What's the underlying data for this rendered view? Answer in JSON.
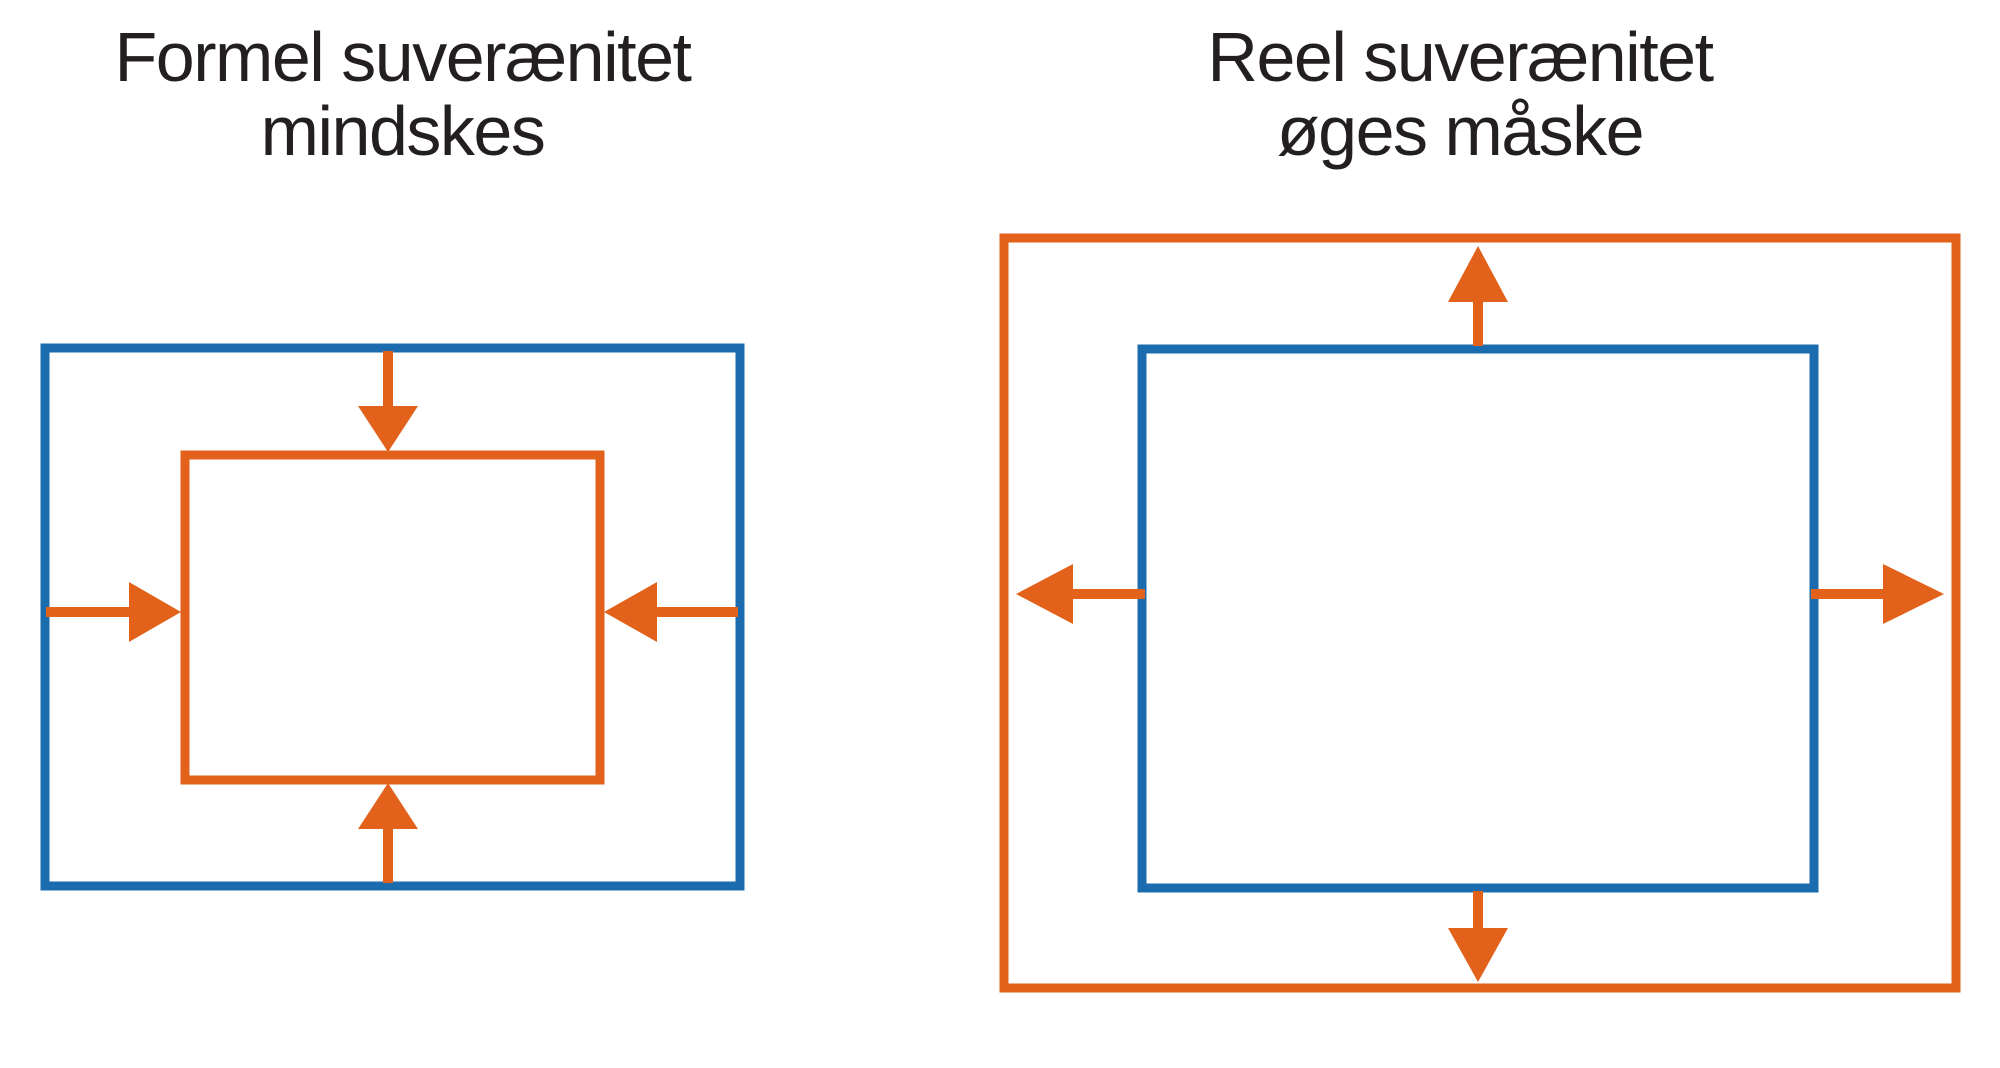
{
  "colors": {
    "background": "#ffffff",
    "blue_box": "#1b6cae",
    "orange_box": "#e2621c",
    "arrow": "#e2621c",
    "title_text": "#231f20"
  },
  "left_panel": {
    "title_line1": "Formel suverænitet",
    "title_line2": "mindskes",
    "outer_box_color": "blue",
    "inner_box_color": "orange",
    "arrow_directions": "inward"
  },
  "right_panel": {
    "title_line1": "Reel suverænitet",
    "title_line2": "øges måske",
    "outer_box_color": "orange",
    "inner_box_color": "blue",
    "arrow_directions": "outward"
  }
}
